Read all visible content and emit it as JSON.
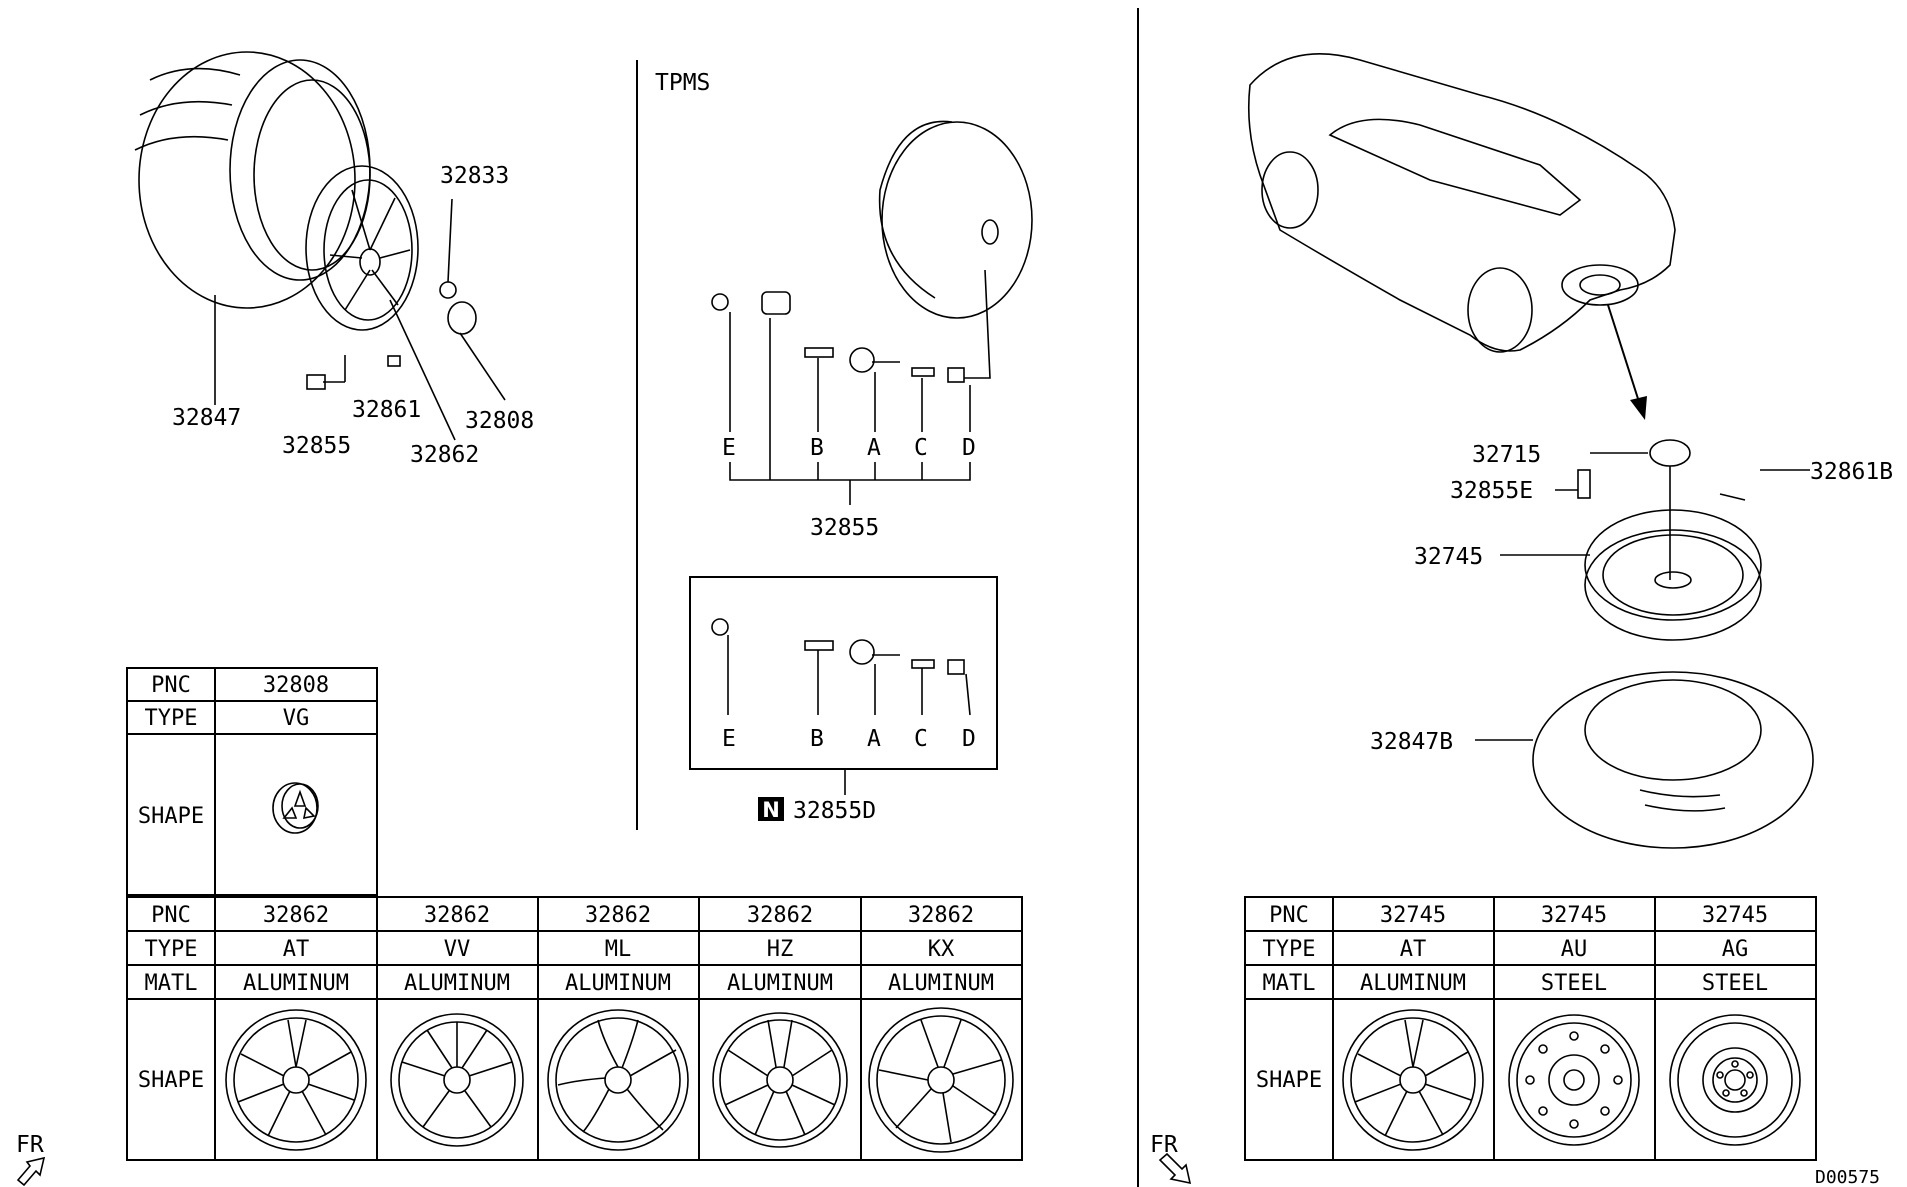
{
  "left_panel": {
    "wheel_parts": {
      "tire": "32847",
      "wheel": "32862",
      "nut": "32833",
      "cap": "32808",
      "valve": "32855",
      "weight": "32861"
    },
    "tpms": {
      "heading": "TPMS",
      "parts": {
        "e": "E",
        "b": "B",
        "a": "A",
        "c": "C",
        "d": "D"
      },
      "group_pnc": "32855",
      "kit_badge": "N",
      "kit_pnc": "32855D"
    },
    "cap_table": {
      "row_labels": [
        "PNC",
        "TYPE",
        "SHAPE"
      ],
      "pnc": "32808",
      "type": "VG"
    },
    "wheel_table": {
      "row_labels": [
        "PNC",
        "TYPE",
        "MATL",
        "SHAPE"
      ],
      "columns": [
        {
          "pnc": "32862",
          "type": "AT",
          "matl": "ALUMINUM"
        },
        {
          "pnc": "32862",
          "type": "VV",
          "matl": "ALUMINUM"
        },
        {
          "pnc": "32862",
          "type": "ML",
          "matl": "ALUMINUM"
        },
        {
          "pnc": "32862",
          "type": "HZ",
          "matl": "ALUMINUM"
        },
        {
          "pnc": "32862",
          "type": "KX",
          "matl": "ALUMINUM"
        }
      ]
    },
    "direction": "FR"
  },
  "right_panel": {
    "spare_parts": {
      "cover": "32715",
      "valve": "32855E",
      "weight": "32861B",
      "wheel": "32745",
      "tire": "32847B"
    },
    "spare_table": {
      "row_labels": [
        "PNC",
        "TYPE",
        "MATL",
        "SHAPE"
      ],
      "columns": [
        {
          "pnc": "32745",
          "type": "AT",
          "matl": "ALUMINUM"
        },
        {
          "pnc": "32745",
          "type": "AU",
          "matl": "STEEL"
        },
        {
          "pnc": "32745",
          "type": "AG",
          "matl": "STEEL"
        }
      ]
    },
    "direction": "FR",
    "diagram_code": "D00575"
  }
}
